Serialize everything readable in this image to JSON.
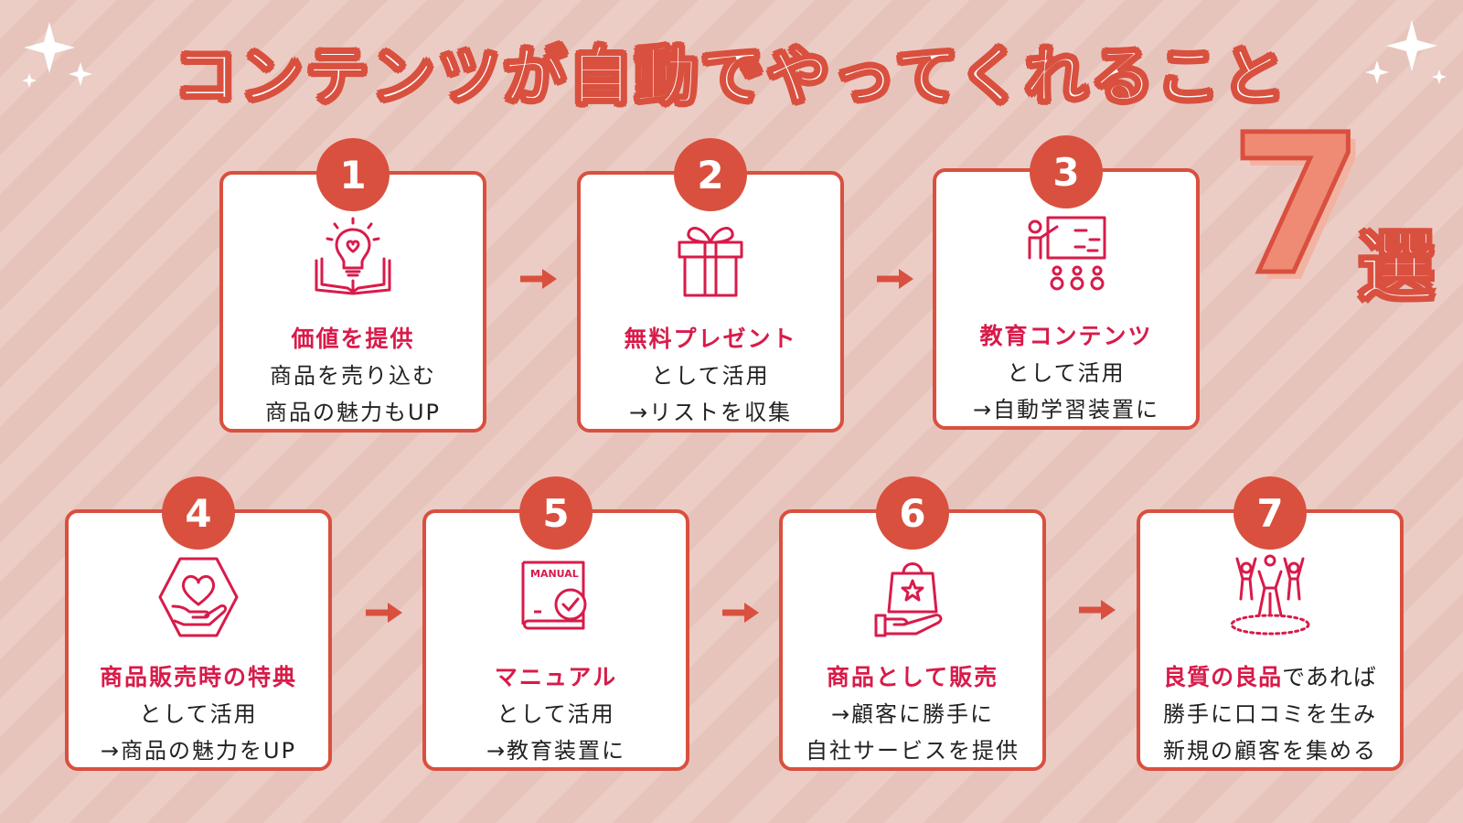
{
  "title": "コンテンツが自動でやってくれること",
  "count": {
    "number": "7",
    "suffix": "選"
  },
  "colors": {
    "accent": "#d9503f",
    "heading": "#d81b4a",
    "background": "#e7c4bb"
  },
  "steps": [
    {
      "number": "1",
      "icon": "lightbulb-book-icon",
      "heading": "価値を提供",
      "line1": "商品を売り込む",
      "line2": "商品の魅力もUP"
    },
    {
      "number": "2",
      "icon": "gift-box-icon",
      "heading": "無料プレゼント",
      "line1": "として活用",
      "line2": "→リストを収集"
    },
    {
      "number": "3",
      "icon": "teacher-whiteboard-icon",
      "heading": "教育コンテンツ",
      "line1": "として活用",
      "line2": "→自動学習装置に"
    },
    {
      "number": "4",
      "icon": "heart-hand-icon",
      "heading": "商品販売時の特典",
      "line1": "として活用",
      "line2": "→商品の魅力をUP"
    },
    {
      "number": "5",
      "icon": "manual-book-icon",
      "heading": "マニュアル",
      "line1": "として活用",
      "line2": "→教育装置に",
      "icon_label": "MANUAL"
    },
    {
      "number": "6",
      "icon": "shopping-bag-hand-icon",
      "heading": "商品として販売",
      "line1": "→顧客に勝手に",
      "line2": "自社サービスを提供"
    },
    {
      "number": "7",
      "icon": "cheering-people-icon",
      "heading_highlight": "良質の良品",
      "heading_rest": "であれば",
      "line1": "勝手に口コミを生み",
      "line2": "新規の顧客を集める"
    }
  ]
}
